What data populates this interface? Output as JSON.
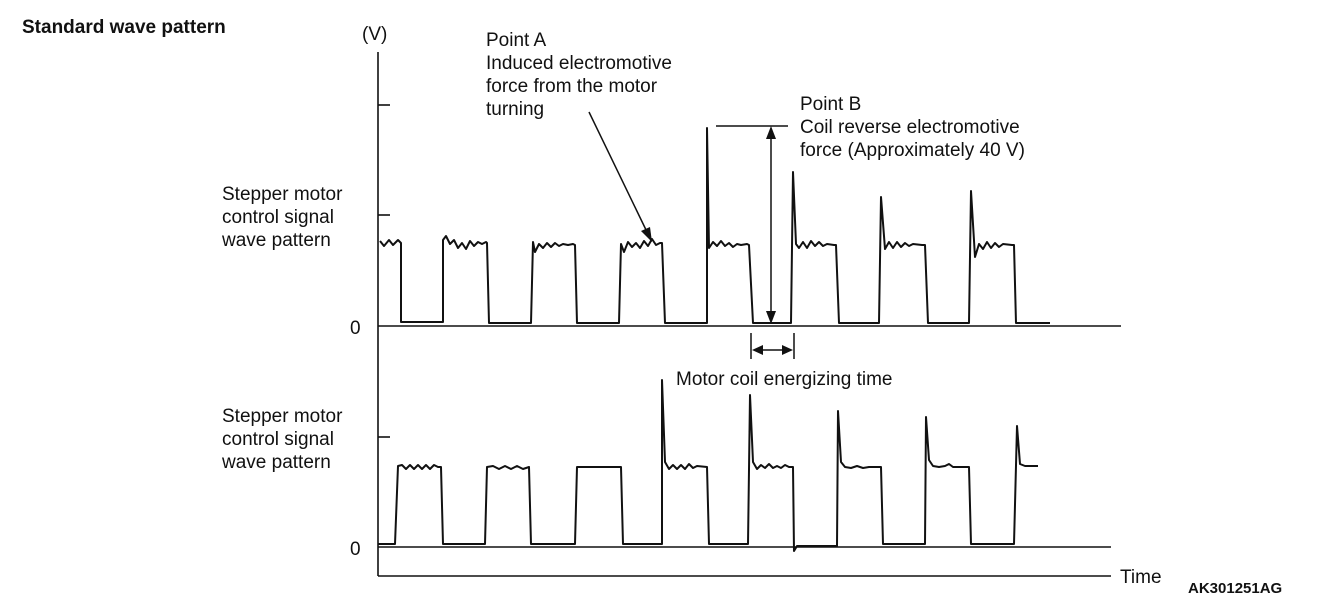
{
  "title": "Standard wave pattern",
  "figure_code": "AK301251AG",
  "y_unit": "(V)",
  "x_axis_label": "Time",
  "zero_label_top": "0",
  "zero_label_bottom": "0",
  "top_wave_label": [
    "Stepper motor",
    "control signal",
    "wave pattern"
  ],
  "bottom_wave_label": [
    "Stepper motor",
    "control signal",
    "wave pattern"
  ],
  "point_a": [
    "Point A",
    "Induced electromotive",
    "force from the motor",
    "turning"
  ],
  "point_b": [
    "Point B",
    "Coil reverse electromotive",
    "force (Approximately 40 V)"
  ],
  "energizing_label": "Motor coil energizing time"
}
